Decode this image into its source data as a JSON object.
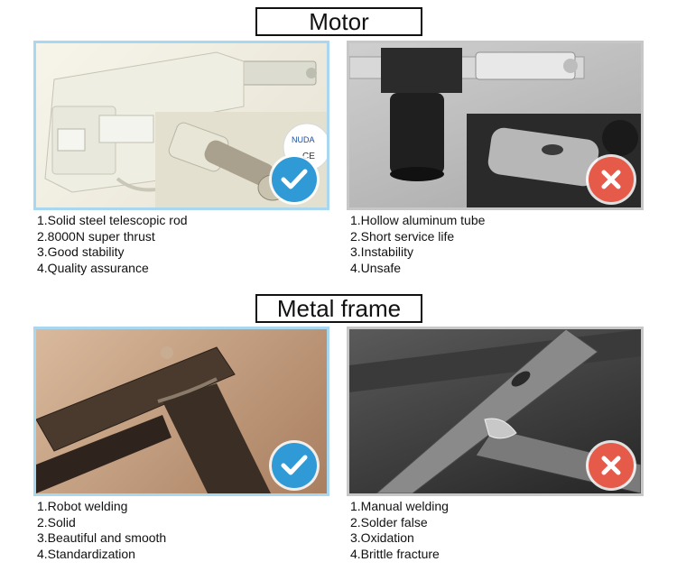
{
  "sections": {
    "motor": {
      "title": "Motor",
      "good": {
        "features": [
          "1.Solid steel telescopic rod",
          "2.8000N super thrust",
          "3.Good stability",
          "4.Quality assurance"
        ],
        "label_text": "NUDA",
        "ce_text": "CE"
      },
      "bad": {
        "features": [
          "1.Hollow aluminum tube",
          "2.Short service life",
          "3.Instability",
          "4.Unsafe"
        ]
      }
    },
    "frame": {
      "title": "Metal frame",
      "good": {
        "features": [
          "1.Robot welding",
          "2.Solid",
          "3.Beautiful and smooth",
          "4.Standardization"
        ]
      },
      "bad": {
        "features": [
          "1.Manual welding",
          "2.Solder false",
          "3.Oxidation",
          "4.Brittle fracture"
        ]
      }
    }
  },
  "icons": {
    "good": "check-icon",
    "bad": "cross-icon"
  },
  "colors": {
    "good_border": "#a8d7ef",
    "bad_border": "#c7c7c7",
    "check": "#2f9ad6",
    "cross": "#e65a4a"
  }
}
